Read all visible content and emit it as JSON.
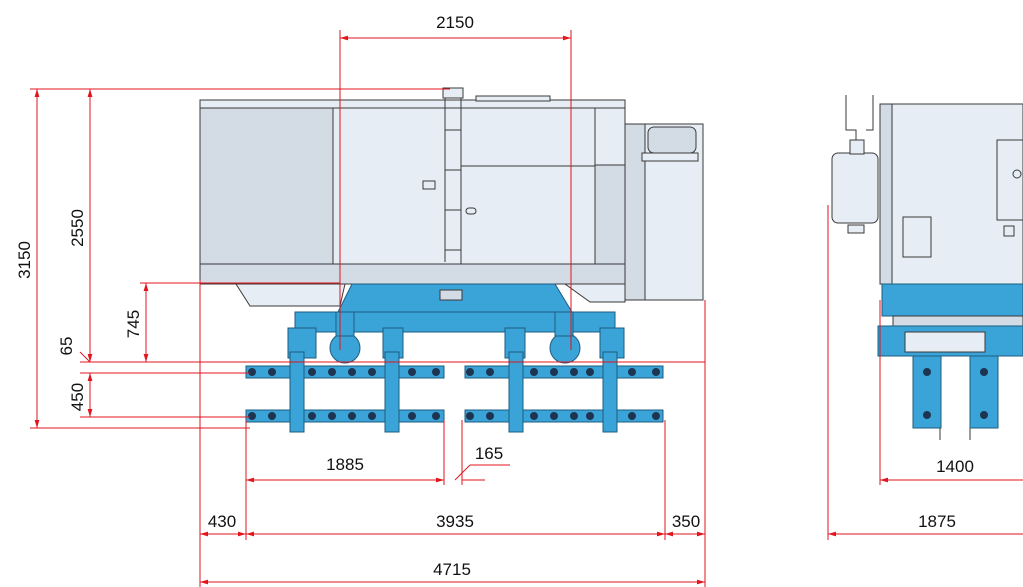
{
  "colors": {
    "dimension_line": "#e2141e",
    "machine_body": "#e7edf4",
    "machine_body_shade": "#d3dbe5",
    "crawler_blue": "#3aa3d8",
    "outline": "#3a3a3a"
  },
  "side_view": {
    "dimensions": {
      "top_axle_span": "2150",
      "overall_height": "3150",
      "body_height": "2550",
      "frame_height": "745",
      "clearance": "65",
      "track_height": "450",
      "track_pitch": "1885",
      "track_gap": "165",
      "front_overhang": "430",
      "wheelbase": "3935",
      "rear_overhang": "350",
      "overall_length": "4715"
    }
  },
  "front_view": {
    "dimensions": {
      "track_width": "1400",
      "overall_width": "1875"
    }
  }
}
